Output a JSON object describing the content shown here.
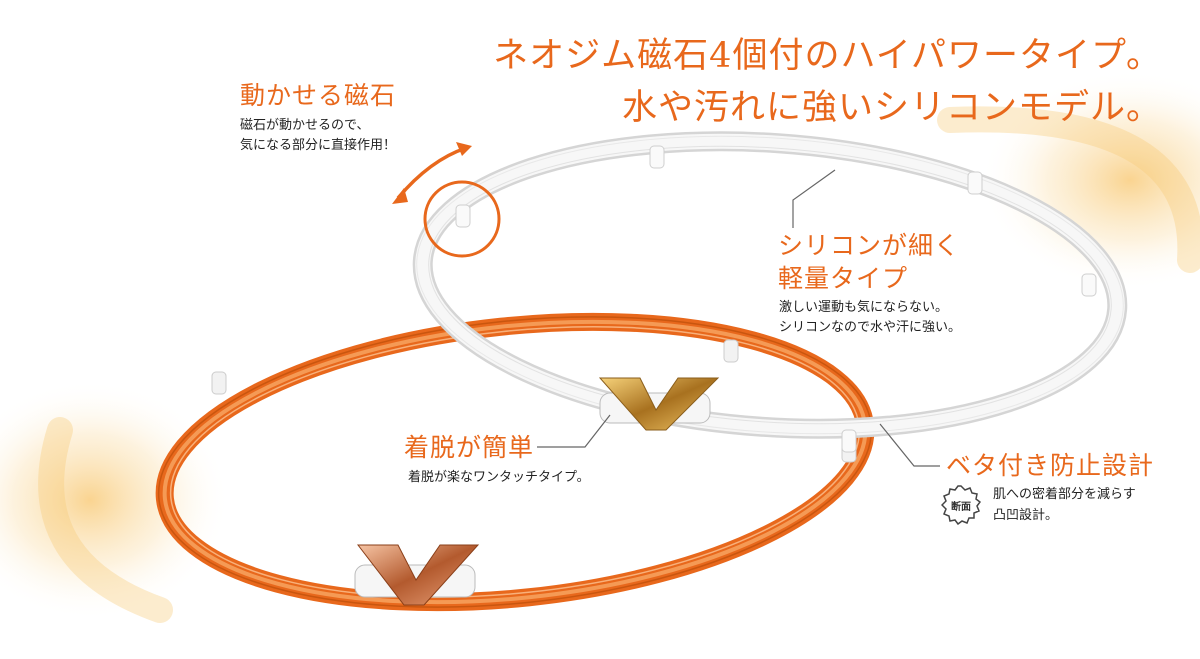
{
  "headline": {
    "line1": "ネオジム磁石4個付のハイパワータイプ。",
    "line2": "水や汚れに強いシリコンモデル。"
  },
  "features": {
    "movable": {
      "title": "動かせる磁石",
      "desc1": "磁石が動かせるので、",
      "desc2": "気になる部分に直接作用！"
    },
    "thin": {
      "title1": "シリコンが細く",
      "title2": "軽量タイプ",
      "desc1": "激しい運動も気にならない。",
      "desc2": "シリコンなので水や汗に強い。"
    },
    "clasp": {
      "title": "着脱が簡単",
      "desc": "着脱が楽なワンタッチタイプ。"
    },
    "antisticky": {
      "title": "ベタ付き防止設計",
      "badge": "断面",
      "desc1": "肌への密着部分を減らす",
      "desc2": "凸凹設計。"
    }
  },
  "colors": {
    "accent": "#e8681c",
    "orange_necklace": "#f07a2a",
    "white_necklace": "#f4f4f4",
    "gold_clasp": "#c9983e",
    "copper_clasp": "#d98a60",
    "glow": "#f7d69a"
  }
}
